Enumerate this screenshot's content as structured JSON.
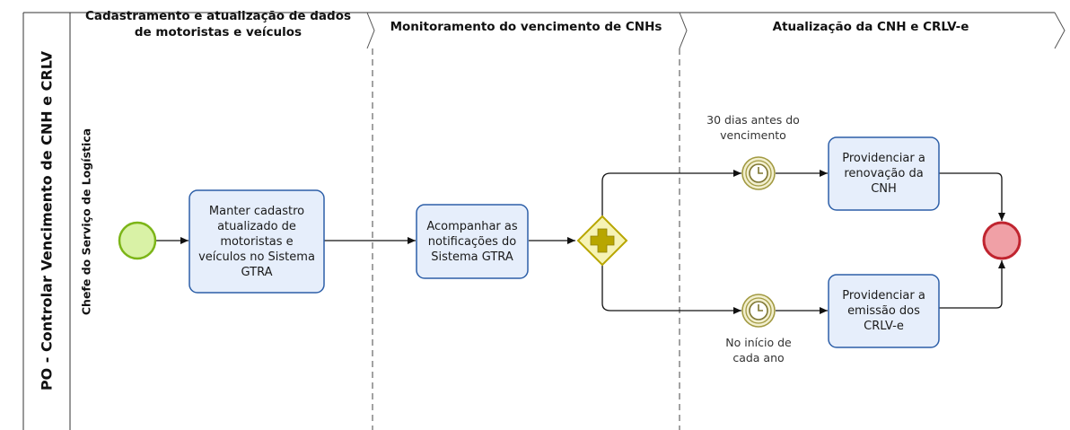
{
  "pool": {
    "title": "PO - Controlar Vencimento de CNH e CRLV",
    "lane": "Chefe do Serviço de Logística"
  },
  "phases": [
    {
      "title": "Cadastramento e atualização de dados de motoristas e veículos"
    },
    {
      "title": "Monitoramento do vencimento de CNHs"
    },
    {
      "title": "Atualização da CNH e CRLV-e"
    }
  ],
  "tasks": {
    "manter": "Manter cadastro atualizado de motoristas e veículos no Sistema GTRA",
    "acompanhar": "Acompanhar as notificações do Sistema GTRA",
    "renovacao": "Providenciar a renovação da CNH",
    "emissao": "Providenciar a emissão dos CRLV-e"
  },
  "events": {
    "timer_top_label": "30 dias antes do vencimento",
    "timer_bottom_label": "No início de cada ano"
  },
  "colors": {
    "start_fill": "#d9f2a6",
    "start_stroke": "#7cb518",
    "end_fill": "#f0a0a6",
    "end_stroke": "#c0242f",
    "task_fill": "#e6eefb",
    "task_stroke": "#2d5fa8",
    "gateway_fill": "#f6f3b5",
    "gateway_stroke": "#b8a600",
    "timer_fill": "#f2efcf",
    "timer_stroke": "#a29a42"
  }
}
